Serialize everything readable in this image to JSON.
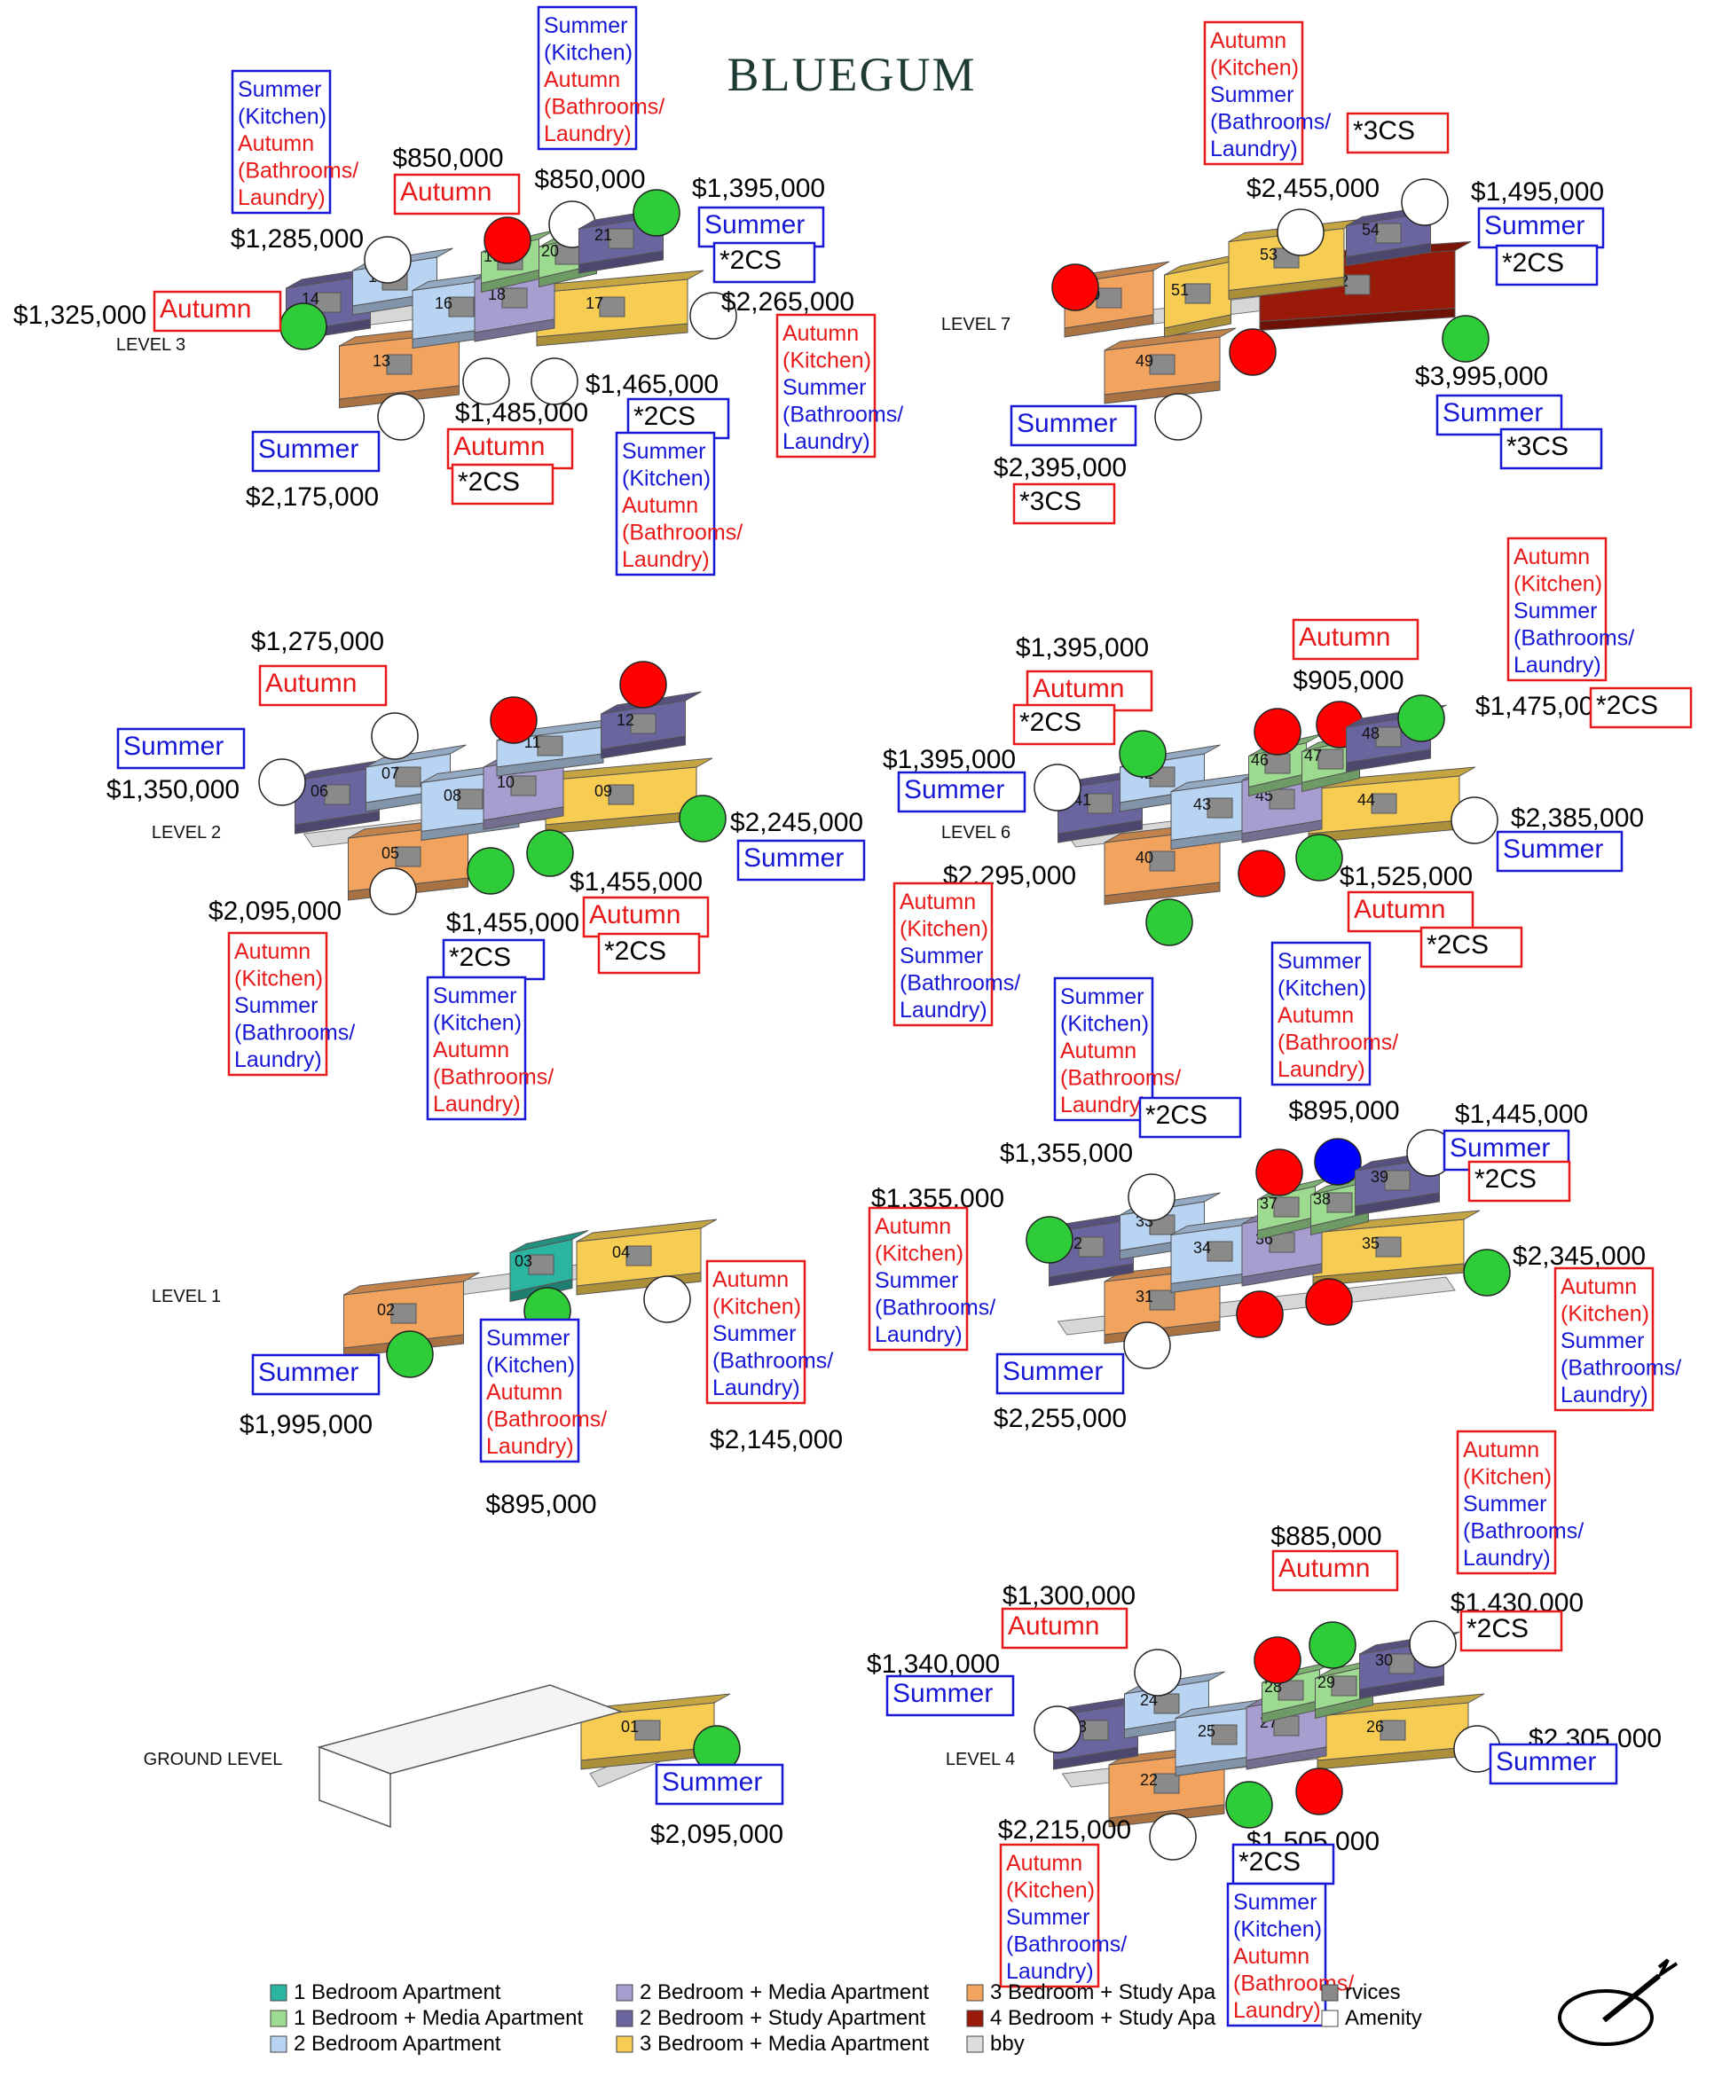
{
  "header": {
    "title": "BLUEGUM"
  },
  "colors": {
    "bed1": "#2bb5a0",
    "bed1_media": "#9ddc90",
    "bed2": "#b9d3f3",
    "bed2_media": "#a89dcf",
    "bed2_study": "#6b659f",
    "bed3_media": "#f6cd52",
    "bed3_study": "#f2a35e",
    "bed4_study": "#9a1a0a",
    "common": "#d7d7d7",
    "core": "#8a8a8a",
    "autumn": "#e81919",
    "summer": "#1717d6",
    "dot_green": "#2fcc3a",
    "dot_red": "#ff0000",
    "dot_blue": "#0000ff"
  },
  "levels": [
    {
      "id": "L3",
      "label": "LEVEL 3"
    },
    {
      "id": "L7",
      "label": "LEVEL 7"
    },
    {
      "id": "L2",
      "label": "LEVEL 2"
    },
    {
      "id": "L6",
      "label": "LEVEL 6"
    },
    {
      "id": "L1",
      "label": "LEVEL 1"
    },
    {
      "id": "L5",
      "label": ""
    },
    {
      "id": "G",
      "label": "GROUND LEVEL"
    },
    {
      "id": "L4",
      "label": "LEVEL 4"
    }
  ],
  "units": [
    {
      "level": "L3",
      "n": "13",
      "type": "bed3_study",
      "dot": "white",
      "price": "$2,175,000"
    },
    {
      "level": "L3",
      "n": "14",
      "type": "bed2_study",
      "dot": "green",
      "price": "$1,325,000"
    },
    {
      "level": "L3",
      "n": "15",
      "type": "bed2",
      "dot": "white",
      "price": "$1,285,000"
    },
    {
      "level": "L3",
      "n": "16",
      "type": "bed2",
      "dot": "white",
      "price": "$1,485,000"
    },
    {
      "level": "L3",
      "n": "17",
      "type": "bed3_media",
      "dot": "white",
      "price": "$2,265,000"
    },
    {
      "level": "L3",
      "n": "18",
      "type": "bed2_media",
      "dot": "white",
      "price": "$1,465,000"
    },
    {
      "level": "L3",
      "n": "19",
      "type": "bed1_media",
      "dot": "red",
      "price": "$850,000"
    },
    {
      "level": "L3",
      "n": "20",
      "type": "bed1_media",
      "dot": "white",
      "price": "$850,000"
    },
    {
      "level": "L3",
      "n": "21",
      "type": "bed2_study",
      "dot": "green",
      "price": "$1,395,000"
    },
    {
      "level": "L7",
      "n": "49",
      "type": "bed3_study",
      "dot": "white",
      "price": "$2,395,000"
    },
    {
      "level": "L7",
      "n": "50",
      "type": "bed3_study",
      "dot": "red",
      "price": ""
    },
    {
      "level": "L7",
      "n": "51",
      "type": "bed3_media",
      "dot": "red",
      "price": ""
    },
    {
      "level": "L7",
      "n": "52",
      "type": "bed4_study",
      "dot": "green",
      "price": "$3,995,000"
    },
    {
      "level": "L7",
      "n": "53",
      "type": "bed3_media",
      "dot": "white",
      "price": "$2,455,000"
    },
    {
      "level": "L7",
      "n": "54",
      "type": "bed2_study",
      "dot": "white",
      "price": "$1,495,000"
    },
    {
      "level": "L2",
      "n": "05",
      "type": "bed3_study",
      "dot": "white",
      "price": "$2,095,000"
    },
    {
      "level": "L2",
      "n": "06",
      "type": "bed2_study",
      "dot": "white",
      "price": "$1,350,000"
    },
    {
      "level": "L2",
      "n": "07",
      "type": "bed2",
      "dot": "white",
      "price": "$1,275,000"
    },
    {
      "level": "L2",
      "n": "08",
      "type": "bed2",
      "dot": "green",
      "price": "$1,455,000"
    },
    {
      "level": "L2",
      "n": "09",
      "type": "bed3_media",
      "dot": "green",
      "price": "$2,245,000"
    },
    {
      "level": "L2",
      "n": "10",
      "type": "bed2_media",
      "dot": "green",
      "price": "$1,455,000"
    },
    {
      "level": "L2",
      "n": "11",
      "type": "bed2",
      "dot": "red",
      "price": ""
    },
    {
      "level": "L2",
      "n": "12",
      "type": "bed2_study",
      "dot": "red",
      "price": ""
    },
    {
      "level": "L6",
      "n": "40",
      "type": "bed3_study",
      "dot": "green",
      "price": "$2,295,000"
    },
    {
      "level": "L6",
      "n": "41",
      "type": "bed2_study",
      "dot": "white",
      "price": "$1,395,000"
    },
    {
      "level": "L6",
      "n": "42",
      "type": "bed2",
      "dot": "green",
      "price": "$1,395,000"
    },
    {
      "level": "L6",
      "n": "43",
      "type": "bed2",
      "dot": "red",
      "price": ""
    },
    {
      "level": "L6",
      "n": "44",
      "type": "bed3_media",
      "dot": "white",
      "price": "$2,385,000"
    },
    {
      "level": "L6",
      "n": "45",
      "type": "bed2_media",
      "dot": "green",
      "price": "$1,525,000"
    },
    {
      "level": "L6",
      "n": "46",
      "type": "bed1_media",
      "dot": "red",
      "price": ""
    },
    {
      "level": "L6",
      "n": "47",
      "type": "bed1_media",
      "dot": "red",
      "price": "$905,000"
    },
    {
      "level": "L6",
      "n": "48",
      "type": "bed2_study",
      "dot": "green",
      "price": "$1,475,000"
    },
    {
      "level": "L1",
      "n": "02",
      "type": "bed3_study",
      "dot": "green",
      "price": "$1,995,000"
    },
    {
      "level": "L1",
      "n": "03",
      "type": "bed1",
      "dot": "green",
      "price": "$895,000"
    },
    {
      "level": "L1",
      "n": "04",
      "type": "bed3_media",
      "dot": "white",
      "price": "$2,145,000"
    },
    {
      "level": "L5",
      "n": "31",
      "type": "bed3_study",
      "dot": "white",
      "price": "$2,255,000"
    },
    {
      "level": "L5",
      "n": "32",
      "type": "bed2_study",
      "dot": "green",
      "price": "$1,355,000"
    },
    {
      "level": "L5",
      "n": "33",
      "type": "bed2",
      "dot": "white",
      "price": "$1,355,000"
    },
    {
      "level": "L5",
      "n": "34",
      "type": "bed2",
      "dot": "red",
      "price": ""
    },
    {
      "level": "L5",
      "n": "35",
      "type": "bed3_media",
      "dot": "green",
      "price": "$2,345,000"
    },
    {
      "level": "L5",
      "n": "36",
      "type": "bed2_media",
      "dot": "red",
      "price": ""
    },
    {
      "level": "L5",
      "n": "37",
      "type": "bed1_media",
      "dot": "red",
      "price": ""
    },
    {
      "level": "L5",
      "n": "38",
      "type": "bed1_media",
      "dot": "blue",
      "price": "$895,000"
    },
    {
      "level": "L5",
      "n": "39",
      "type": "bed2_study",
      "dot": "white",
      "price": "$1,445,000"
    },
    {
      "level": "G",
      "n": "01",
      "type": "bed3_media",
      "dot": "green",
      "price": "$2,095,000"
    },
    {
      "level": "L4",
      "n": "22",
      "type": "bed3_study",
      "dot": "white",
      "price": "$2,215,000"
    },
    {
      "level": "L4",
      "n": "23",
      "type": "bed2_study",
      "dot": "white",
      "price": "$1,340,000"
    },
    {
      "level": "L4",
      "n": "24",
      "type": "bed2",
      "dot": "white",
      "price": "$1,300,000"
    },
    {
      "level": "L4",
      "n": "25",
      "type": "bed2",
      "dot": "green",
      "price": "$1,505,000"
    },
    {
      "level": "L4",
      "n": "26",
      "type": "bed3_media",
      "dot": "white",
      "price": "$2,305,000"
    },
    {
      "level": "L4",
      "n": "27",
      "type": "bed2_media",
      "dot": "red",
      "price": ""
    },
    {
      "level": "L4",
      "n": "28",
      "type": "bed1_media",
      "dot": "red",
      "price": ""
    },
    {
      "level": "L4",
      "n": "29",
      "type": "bed1_media",
      "dot": "green",
      "price": "$885,000"
    },
    {
      "level": "L4",
      "n": "30",
      "type": "bed2_study",
      "dot": "white",
      "price": "$1,430,000"
    }
  ],
  "tags": {
    "autumn": "Autumn",
    "summer": "Summer",
    "cs2": "*2CS",
    "cs3": "*3CS",
    "kitchen": "(Kitchen)",
    "bath1": "(Bathrooms/",
    "bath2": "Laundry)"
  },
  "legend": [
    {
      "type": "bed1",
      "label": "1 Bedroom Apartment"
    },
    {
      "type": "bed1_media",
      "label": "1 Bedroom + Media Apartment"
    },
    {
      "type": "bed2",
      "label": "2 Bedroom Apartment"
    },
    {
      "type": "bed2_media",
      "label": "2 Bedroom + Media Apartment"
    },
    {
      "type": "bed2_study",
      "label": "2 Bedroom + Study Apartment"
    },
    {
      "type": "bed3_media",
      "label": "3 Bedroom + Media Apartment"
    },
    {
      "type": "bed3_study",
      "label": "3 Bedroom + Study Apa"
    },
    {
      "type": "bed4_study",
      "label": "4 Bedroom + Study Apa"
    },
    {
      "type": "lobby",
      "label": "bby"
    },
    {
      "type": "services",
      "label": "rvices"
    },
    {
      "type": "amenity",
      "label": "Amenity"
    }
  ]
}
